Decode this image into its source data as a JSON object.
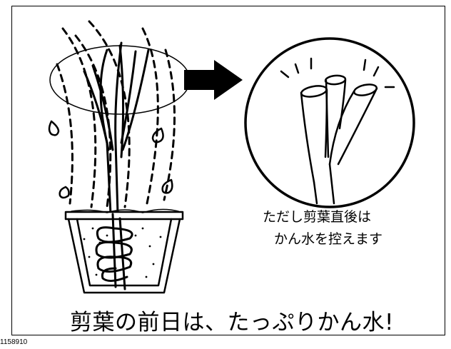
{
  "illustration": {
    "note_line1": "ただし剪葉直後は",
    "note_line2": "かん水を控えます",
    "caption": "剪葉の前日は、たっぷりかん水!",
    "figure_id": "1158910"
  },
  "colors": {
    "ink": "#000000",
    "background": "#ffffff"
  }
}
